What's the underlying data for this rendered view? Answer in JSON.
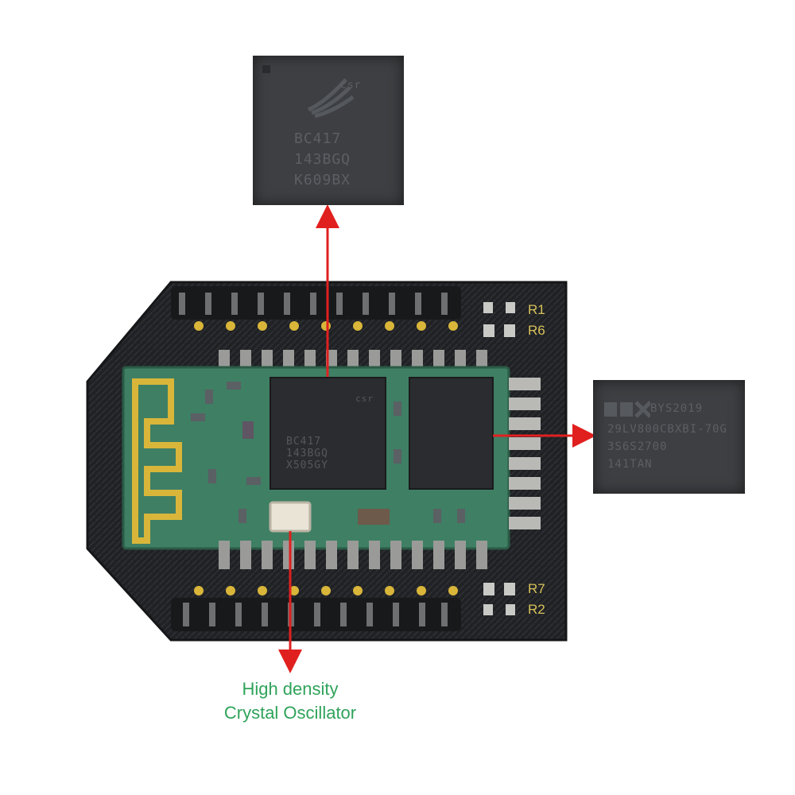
{
  "caption": {
    "line1": "High density",
    "line2": "Crystal Oscillator"
  },
  "top_chip": {
    "brand": "csr",
    "line1": "BC417",
    "line2": "143BGQ",
    "line3": "K609BX"
  },
  "board_main_chip": {
    "brand": "csr",
    "line1": "BC417",
    "line2": "143BGQ",
    "line3": "X505GY"
  },
  "right_chip": {
    "line1": "BYS2019",
    "line2": "29LV800CBXBI-70G",
    "line3": "3S6S2700",
    "line4": "141TAN"
  },
  "silkscreen": {
    "r1": "R1",
    "r6": "R6",
    "r7": "R7",
    "r2": "R2"
  },
  "colors": {
    "arrow": "#e0201f",
    "caption": "#2fa35a",
    "pcb_black": "#202225",
    "pcb_green": "#3f7f64",
    "gold": "#d9b63a"
  }
}
